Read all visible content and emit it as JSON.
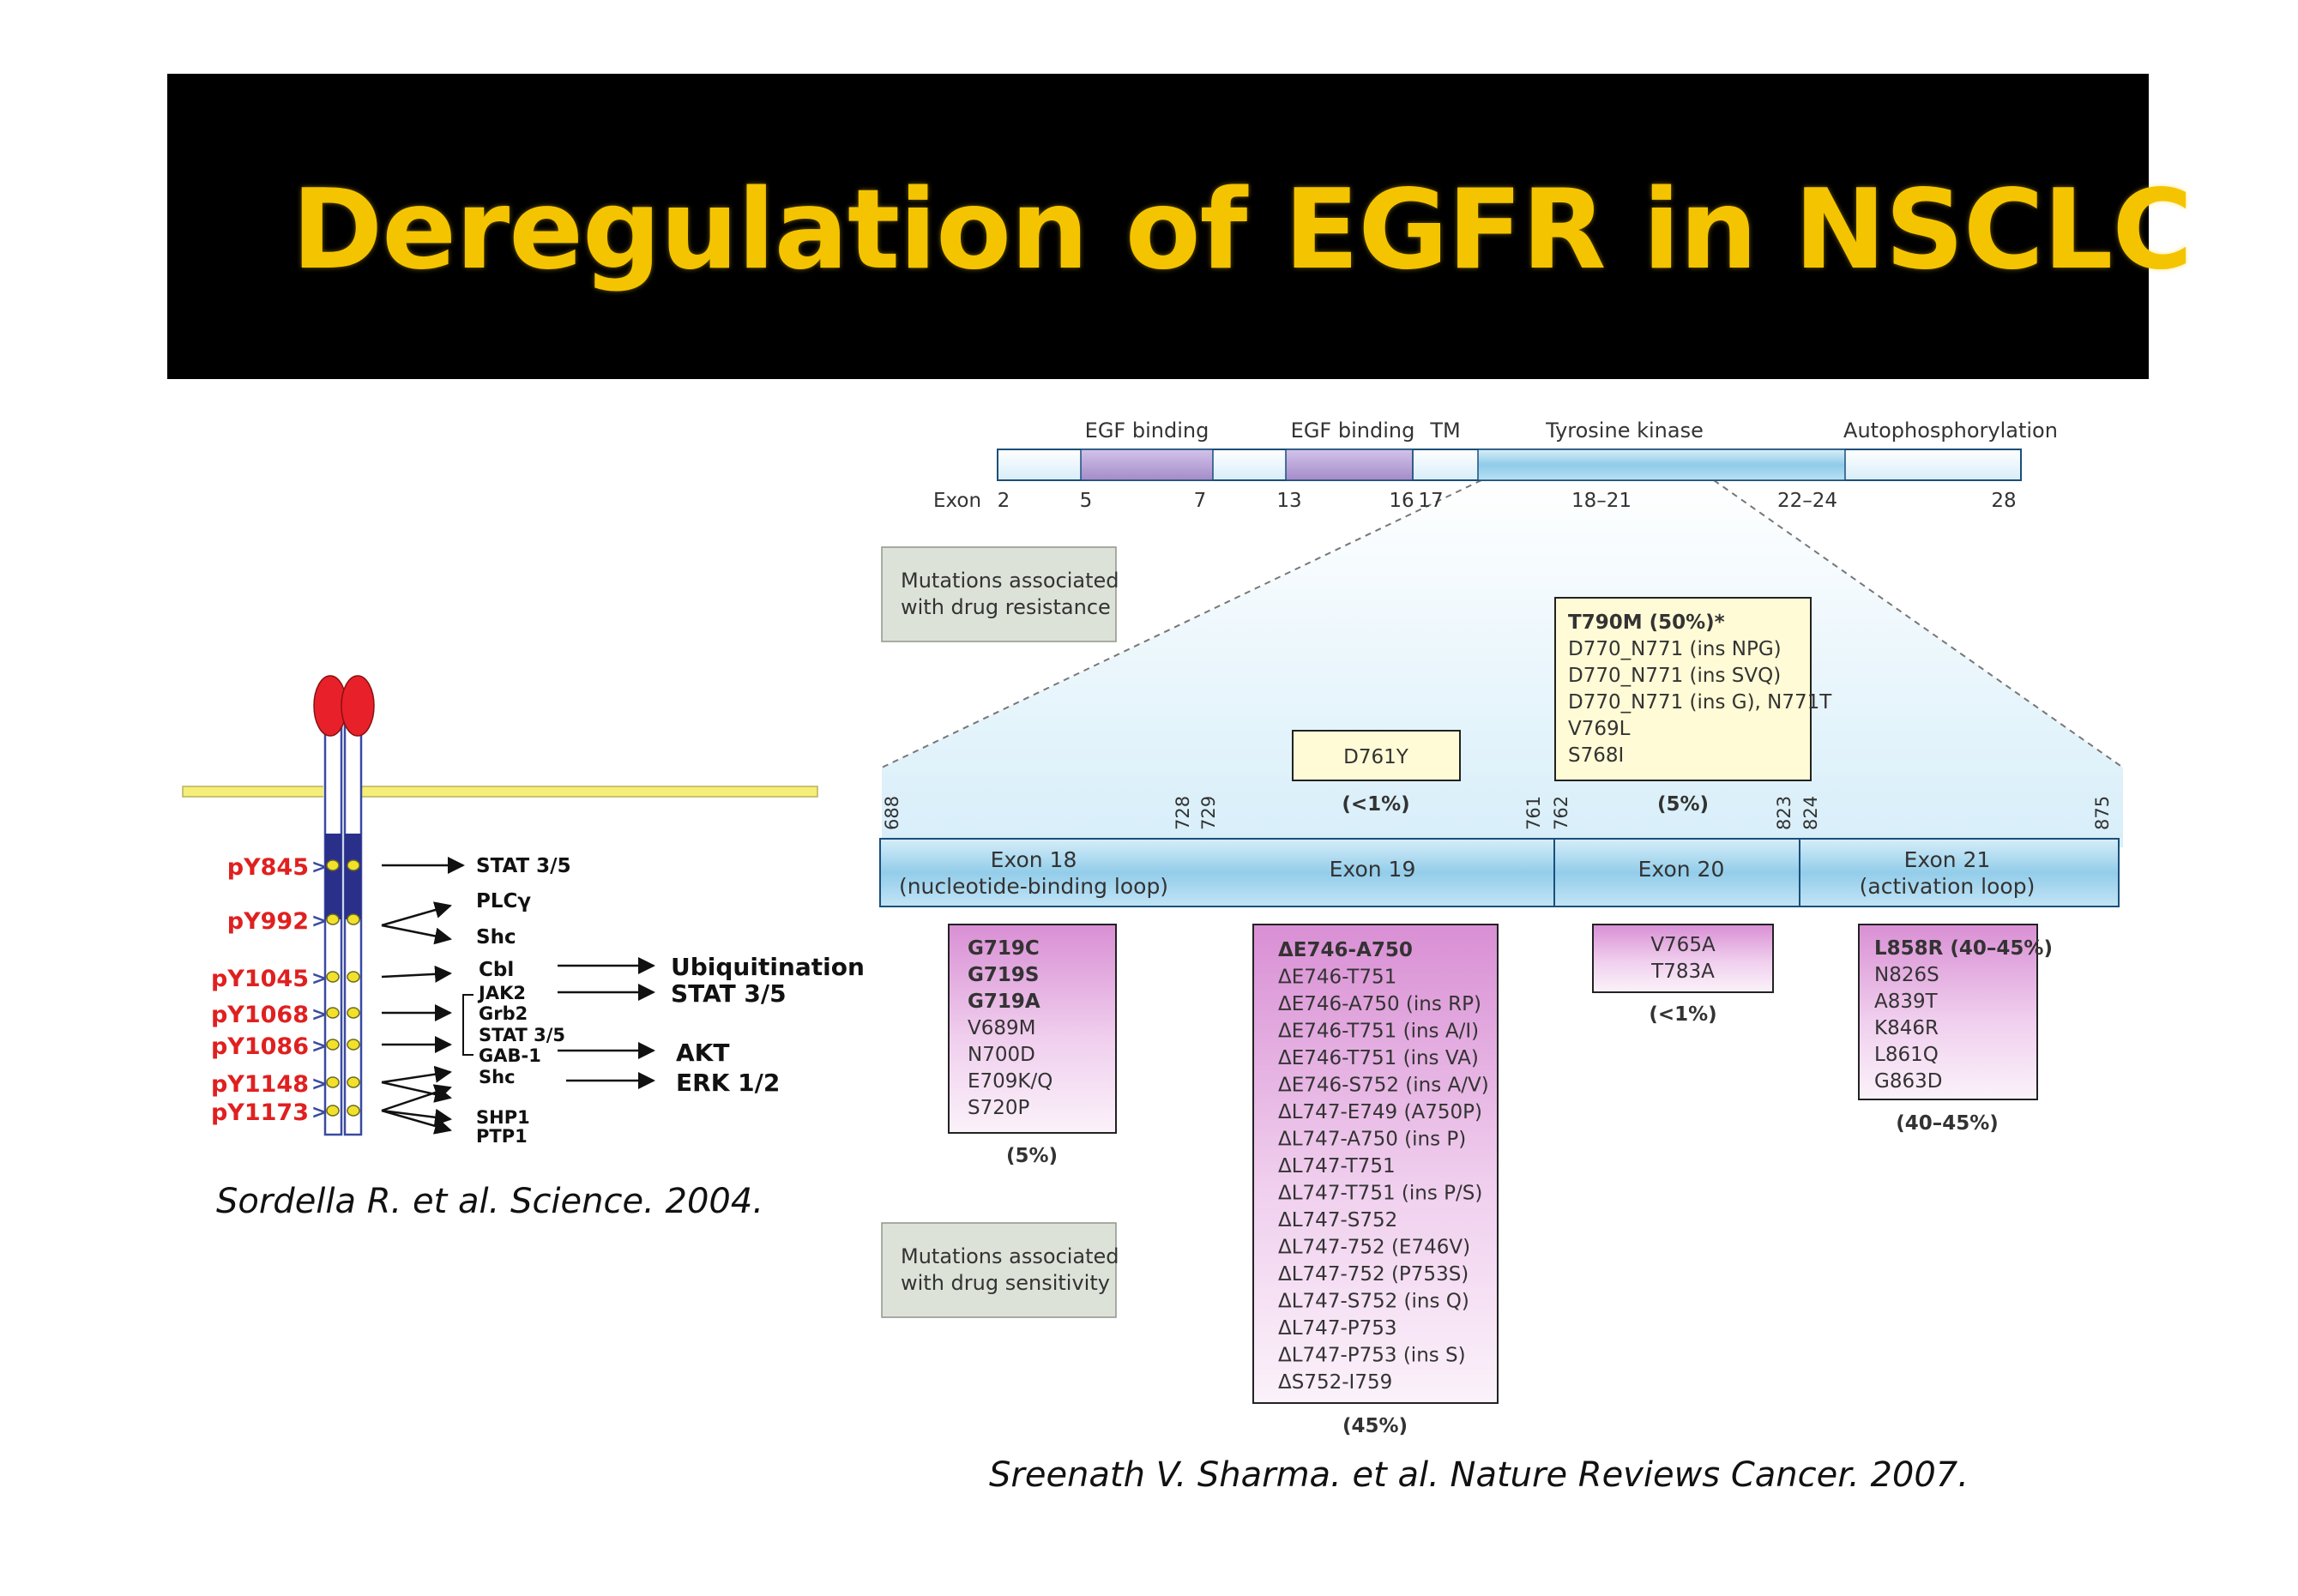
{
  "title": "Deregulation of EGFR in NSCLC",
  "colors": {
    "banner_bg": "#000000",
    "title_text": "#f5c400",
    "phospho_site_label": "#e02020",
    "ligand_ball": "#e8202a",
    "membrane": "#f5ef7a",
    "kinase_domain": "#2a2f8a",
    "egf_binding_domain": "#b9a3d8",
    "kinase_bar": "#9fd2ec",
    "resistance_box": "#fffbd6",
    "sensitivity_box": "#e2a3dd",
    "legend_box": "#dde2d8"
  },
  "left_panel": {
    "sites": [
      {
        "label": "pY845"
      },
      {
        "label": "pY992"
      },
      {
        "label": "pY1045"
      },
      {
        "label": "pY1068"
      },
      {
        "label": "pY1086"
      },
      {
        "label": "pY1148"
      },
      {
        "label": "pY1173"
      }
    ],
    "effectors": [
      "STAT 3/5",
      "PLCγ",
      "Shc",
      "Cbl",
      "JAK2",
      "Grb2",
      "STAT 3/5",
      "GAB-1",
      "Shc",
      "SHP1",
      "PTP1"
    ],
    "outcomes": [
      "Ubiquitination",
      "STAT 3/5",
      "AKT",
      "ERK 1/2"
    ],
    "citation": "Sordella R. et al. Science. 2004."
  },
  "right_panel": {
    "domains": {
      "egf1": "EGF binding",
      "egf2": "EGF binding",
      "tm": "TM",
      "tk": "Tyrosine kinase",
      "auto": "Autophosphorylation"
    },
    "exon_label": "Exon",
    "exon_ticks": [
      "2",
      "5",
      "7",
      "13",
      "16",
      "17",
      "18–21",
      "22–24",
      "28"
    ],
    "legend_resistance": [
      "Mutations associated",
      "with drug resistance"
    ],
    "legend_sensitivity": [
      "Mutations associated",
      "with drug sensitivity"
    ],
    "resistance_exon19": {
      "mutations": [
        "D761Y"
      ],
      "frequency": "(<1%)"
    },
    "resistance_exon20": {
      "mutations": [
        "T790M (50%)*",
        "D770_N771 (ins NPG)",
        "D770_N771 (ins SVQ)",
        "D770_N771 (ins G), N771T",
        "V769L",
        "S768I"
      ],
      "frequency": "(5%)"
    },
    "codons": [
      "688",
      "728",
      "729",
      "761",
      "762",
      "823",
      "824",
      "875"
    ],
    "exons": [
      {
        "line1": "Exon 18",
        "line2": "(nucleotide-binding loop)"
      },
      {
        "line1": "Exon 19",
        "line2": ""
      },
      {
        "line1": "Exon 20",
        "line2": ""
      },
      {
        "line1": "Exon 21",
        "line2": "(activation loop)"
      }
    ],
    "sensitivity_exon18": {
      "mutations": [
        "G719C",
        "G719S",
        "G719A",
        "V689M",
        "N700D",
        "E709K/Q",
        "S720P"
      ],
      "frequency": "(5%)"
    },
    "sensitivity_exon19": {
      "mutations": [
        "ΔE746-A750",
        "ΔE746-T751",
        "ΔE746-A750 (ins RP)",
        "ΔE746-T751 (ins A/I)",
        "ΔE746-T751 (ins VA)",
        "ΔE746-S752 (ins A/V)",
        "ΔL747-E749 (A750P)",
        "ΔL747-A750 (ins P)",
        "ΔL747-T751",
        "ΔL747-T751 (ins P/S)",
        "ΔL747-S752",
        "ΔL747-752 (E746V)",
        "ΔL747-752 (P753S)",
        "ΔL747-S752 (ins Q)",
        "ΔL747-P753",
        "ΔL747-P753 (ins S)",
        "ΔS752-I759"
      ],
      "frequency": "(45%)"
    },
    "sensitivity_exon20": {
      "mutations": [
        "V765A",
        "T783A"
      ],
      "frequency": "(<1%)"
    },
    "sensitivity_exon21": {
      "mutations": [
        "L858R (40–45%)",
        "N826S",
        "A839T",
        "K846R",
        "L861Q",
        "G863D"
      ],
      "frequency": "(40–45%)"
    },
    "citation": "Sreenath V. Sharma. et al. Nature Reviews Cancer. 2007."
  }
}
